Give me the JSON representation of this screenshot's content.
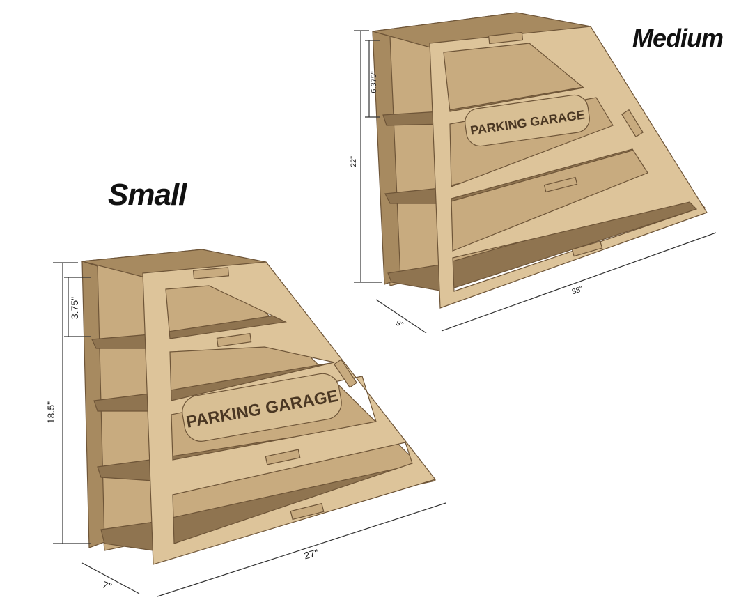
{
  "titles": {
    "small": "Small",
    "medium": "Medium"
  },
  "colors": {
    "wood_face": "#ddc49a",
    "wood_back": "#c8ab7f",
    "wood_dark": "#a78a60",
    "wood_shadow": "#8f7450",
    "edge_line": "#6e5538",
    "dimension_line": "#333333",
    "sign_face": "#d8bf94",
    "sign_text": "#4a3723"
  },
  "small": {
    "sign_text": "PARKING GARAGE",
    "dims": {
      "height": "18.5\"",
      "shelf_gap": "3.75\"",
      "width": "27\"",
      "depth": "7\""
    }
  },
  "medium": {
    "sign_text": "PARKING GARAGE",
    "dims": {
      "height": "22\"",
      "shelf_gap": "6.375\"",
      "width": "38\"",
      "depth": "9\""
    }
  }
}
